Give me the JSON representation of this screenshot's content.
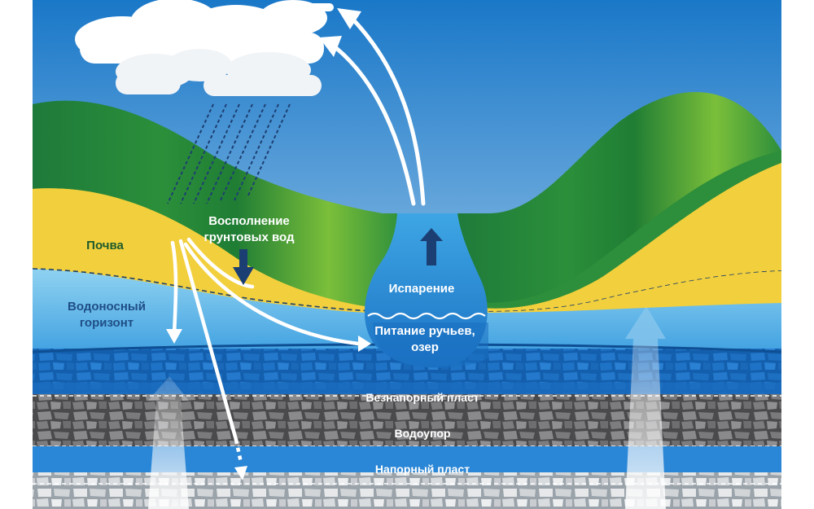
{
  "labels": {
    "recharge_line1": "Восполнение",
    "recharge_line2": "грунтовых вод",
    "soil": "Почва",
    "aquifer_line1": "Водоносный",
    "aquifer_line2": "горизонт",
    "evaporation": "Испарение",
    "streams_line1": "Питание ручьев,",
    "streams_line2": "озер",
    "unconfined": "Безнапорный пласт",
    "aquitard": "Водоупор",
    "confined": "Напорный пласт"
  },
  "colors": {
    "sky_top": "#1a78c8",
    "sky_bottom": "#cfe6f6",
    "grass_dark": "#1e7a3a",
    "grass_light": "#8cc63f",
    "soil": "#f2cf3c",
    "aquifer_light": "#6cc3ec",
    "aquifer_dark": "#1b6ec2",
    "aquitard": "#58585a",
    "confined_bed": "#d4d6d8",
    "label_dark": "#1f4e86",
    "label_green": "#1d5a2b",
    "label_white": "#ffffff"
  },
  "icons": [
    "cloud-icon",
    "rain-icon",
    "arrow-icon",
    "down-arrow-icon",
    "up-arrow-icon"
  ]
}
